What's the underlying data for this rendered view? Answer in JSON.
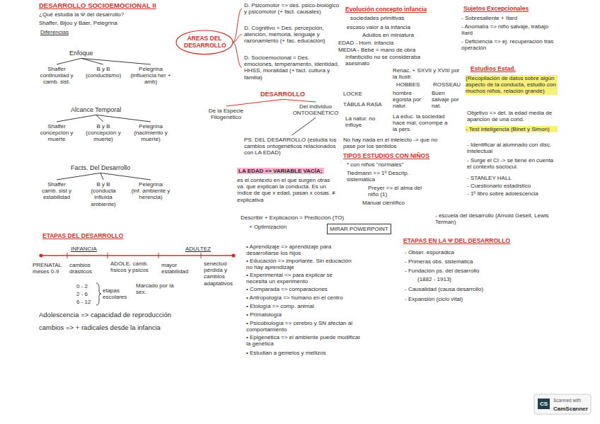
{
  "diagram": {
    "title": "DESARROLLO SOCIOEMOCIONAL II",
    "nodes": [
      {
        "text": [
          "Enfoque"
        ]
      },
      {
        "text": [
          "Shaffer",
          "continuidad y camb. sist."
        ]
      },
      {
        "text": [
          "B y B",
          "(conductismo)"
        ]
      },
      {
        "text": [
          "Pelegrina",
          "(influencia her + amb)"
        ]
      },
      {
        "text": [
          "Alcance Temporal"
        ]
      },
      {
        "text": [
          "Shaffer",
          "concepción y muerte"
        ]
      },
      {
        "text": [
          "B y B",
          "(concepción y muerte)"
        ]
      },
      {
        "text": [
          "Pelegrina",
          "(nacimiento y muerte)"
        ]
      },
      {
        "text": [
          "Facts. Del Desarrollo"
        ]
      },
      {
        "text": [
          "Shaffer",
          "camb. sist y estabilidad"
        ]
      },
      {
        "text": [
          "B y B",
          "(conducta influida ambiente)"
        ]
      },
      {
        "text": [
          "Pelegrina",
          "(inf. ambiente y herencia)"
        ]
      },
      {
        "text": [
          "ÁREAS DEL DESARROLLO"
        ]
      },
      {
        "text": [
          "D. Psicomotor => des. psico-biológico y psicomotor (+ fact. causales)"
        ]
      },
      {
        "text": [
          "D. Cognitivo = Des. percepción, atención, memoria, lenguaje y razonamiento (+ fac. educación)"
        ]
      },
      {
        "text": [
          "D. Socioemocional = Des. emociones, temperamento, identidad, HHSS, moralidad (+ fact. cultura y familia)"
        ]
      },
      {
        "text": [
          "DESARROLLO"
        ]
      },
      {
        "text": [
          "De la Especie Filogenético"
        ]
      },
      {
        "text": [
          "Del individuo ONTOGENÉTICO"
        ]
      },
      {
        "text": [
          "PS. DEL DESARROLLO (estudia los cambios ontogenéticos relacionados con LA EDAD)"
        ]
      },
      {
        "text": [
          "MIRAR POWERPOINT"
        ]
      }
    ],
    "edges": [
      {
        "from": 0,
        "to": 1,
        "arrow": "none"
      },
      {
        "from": 0,
        "to": 2,
        "arrow": "none"
      },
      {
        "from": 0,
        "to": 3,
        "arrow": "none"
      },
      {
        "from": 4,
        "to": 5,
        "arrow": "none"
      },
      {
        "from": 4,
        "to": 6,
        "arrow": "none"
      },
      {
        "from": 4,
        "to": 7,
        "arrow": "none"
      },
      {
        "from": 8,
        "to": 9,
        "arrow": "none"
      },
      {
        "from": 8,
        "to": 10,
        "arrow": "none"
      },
      {
        "from": 8,
        "to": 11,
        "arrow": "none"
      },
      {
        "from": 12,
        "to": 13,
        "arrow": "none"
      },
      {
        "from": 12,
        "to": 14,
        "arrow": "none"
      },
      {
        "from": 12,
        "to": 15,
        "arrow": "none"
      },
      {
        "from": 16,
        "to": 17,
        "arrow": "none"
      },
      {
        "from": 16,
        "to": 18,
        "arrow": "none"
      },
      {
        "from": 18,
        "to": 19,
        "arrow": "none"
      }
    ],
    "labels": [
      "¿Qué estudia la Ψ del desarrollo?",
      "Shaffer, Bijou y Baer, Pelegrina",
      "Diferencias",
      "ETAPAS DEL DESARROLLO",
      "INFANCIA",
      "ADULTEZ",
      "PRENATAL meses 0-9",
      "cambios drásticos",
      "ADOLE. camb. físicos y psicos",
      "mayor estabilidad",
      "senectud pérdida y cambios adaptativos",
      "Marcado por la sex.",
      "0 - 2",
      "2 - 6",
      "6 - 12",
      "etapas escolares",
      "Adolescencia => capacidad de reproducción",
      "cambios => + radicales desde la infancia",
      "LA EDAD => VARIABLE VACÍA;",
      "es el contexto en el que surgen otras va. que explican la conducta. Es un índice de que x edad, pasan x cosas. ≠ explicativa",
      "Describir + Explicación = Predicción (TO)",
      "+ Optimización",
      "• Aprendizaje => aprendizaje para desarrollarse los hijos",
      "• Educación => importante. Sin educación no hay aprendizaje",
      "• Experimental => para explicar se necesita un experimento",
      "• Comparada => comparaciones",
      "• Antropología => humano en el centro",
      "• Etología => comp. animal",
      "• Primatología",
      "• Psicobiología => cerebro y SN afectan al comportamiento",
      "• Epigenética => el ambiente puede modificar la genética",
      "• Estudian a gemelos y mellizos",
      "Evolución concepto infancia",
      "sociedades primitivas",
      "escaso valor a la infancia",
      "Adultos en miniatura",
      "EDAD - Hom. infancia",
      "MEDIA - Bebé = mano de obra",
      "Infanticidio no se consideraba asesinato",
      "Renac. + SXVII y XVIII por la Ilustr.",
      "HOBBES",
      "ROSSEAU",
      "LOCKE",
      "hombre egoísta por natur.",
      "Buen salvaje por nat.",
      "TÁBULA RASA",
      "La natur. no influye",
      "La educ. la sociedad hace mal, corrompe a la pers.",
      "No hay nada en el intelecto -> que no pase por los sentidos",
      "TIPOS ESTUDIOS CON NIÑOS",
      "* con niños \"normales\"",
      "Tiedmann => 1º Descrip. sistemática",
      "Preyer => el alma del niño (1)",
      "Manual científico",
      "Sujetos Excepcionales",
      "- Sobresaliente + Itard",
      "- Anomalía => niño salvaje, trabajo Itard",
      "- Deficiencia => ej. recuperación tras operación",
      "Estudios Estad.",
      "(Recopilación de datos sobre algún aspecto de la conducta, estudio con muchos niños, relación grande)",
      "Objetivo => det. la edad media de aparición de una cond.",
      "- Test inteligencia (Binet y Simon)",
      "- Identificar al alumnado con disc. intelectual",
      "- Surge el CI -> se tiene en cuenta el contexto sociocul.",
      "- STANLEY HALL",
      "- Cuestionario estadístico",
      "- 1º libro sobre adolescencia",
      "- escuela del desarrollo (Arnold Gesell, Lewis Terman)",
      "ETAPAS EN LA Ψ DEL DESARROLLO",
      "- Obser. esporádica",
      "- Primeras obs. sistemática",
      "- Fundación ps. del desarrollo",
      "(1882 - 1913)",
      "- Causalidad (causa desarrollo)",
      "- Expansión (ciclo vital)",
      "CS",
      "Scanned with",
      "CamScanner"
    ]
  }
}
